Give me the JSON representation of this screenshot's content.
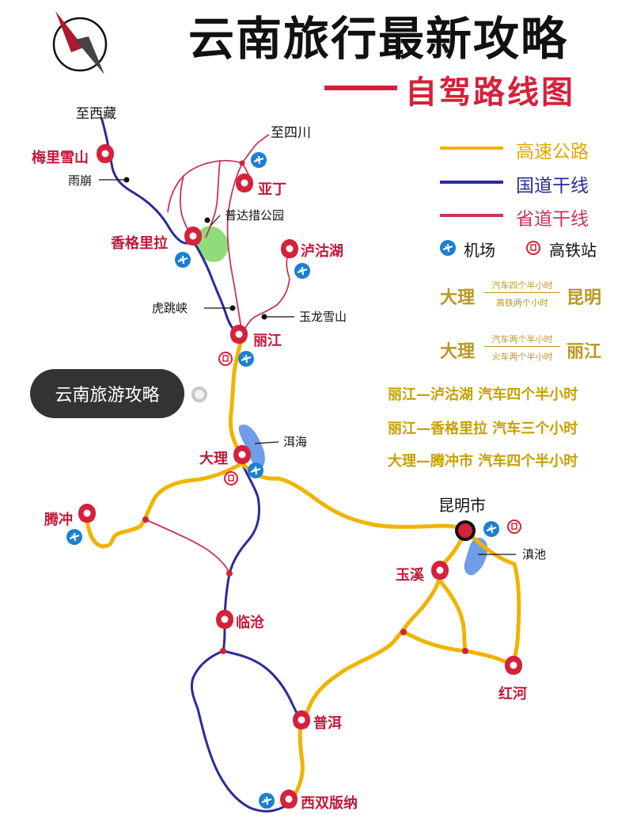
{
  "header": {
    "title": "云南旅行最新攻略",
    "subtitle": "自驾路线图"
  },
  "legend": {
    "highway": "高速公路",
    "national_road": "国道干线",
    "provincial_road": "省道干线",
    "airport": "机场",
    "hsr_station": "高铁站",
    "colors": {
      "highway": "#f0b400",
      "national_road": "#2b2b9a",
      "provincial_road": "#c8365a"
    }
  },
  "travel_times": {
    "dali_kunming": {
      "from": "大理",
      "to": "昆明",
      "upper": "汽车四个半小时",
      "lower": "高铁两个小时"
    },
    "dali_lijiang": {
      "from": "大理",
      "to": "丽江",
      "upper": "汽车两个半小时",
      "lower": "火车两个半小时"
    },
    "routes": [
      "丽江—泸沽湖 汽车四个半小时",
      "丽江—香格里拉 汽车三个小时",
      "大理—腾冲市 汽车四个半小时"
    ]
  },
  "badge": {
    "label": "云南旅游攻略"
  },
  "map": {
    "cities": {
      "meili": "梅里雪山",
      "yading": "亚丁",
      "shangrila": "香格里拉",
      "lugu": "泸沽湖",
      "lijiang": "丽江",
      "dali": "大理",
      "tengchong": "腾冲",
      "kunming": "昆明市",
      "yuxi": "玉溪",
      "lincang": "临沧",
      "honghe": "红河",
      "puer": "普洱",
      "xishuangbanna": "西双版纳"
    },
    "places": {
      "to_tibet": "至西藏",
      "to_sichuan": "至四川",
      "yubeng": "雨崩",
      "pudacuo": "普达措公园",
      "tiger_leaping": "虎跳峡",
      "jade_dragon": "玉龙雪山",
      "erhai": "洱海",
      "dianchi": "滇池"
    }
  }
}
